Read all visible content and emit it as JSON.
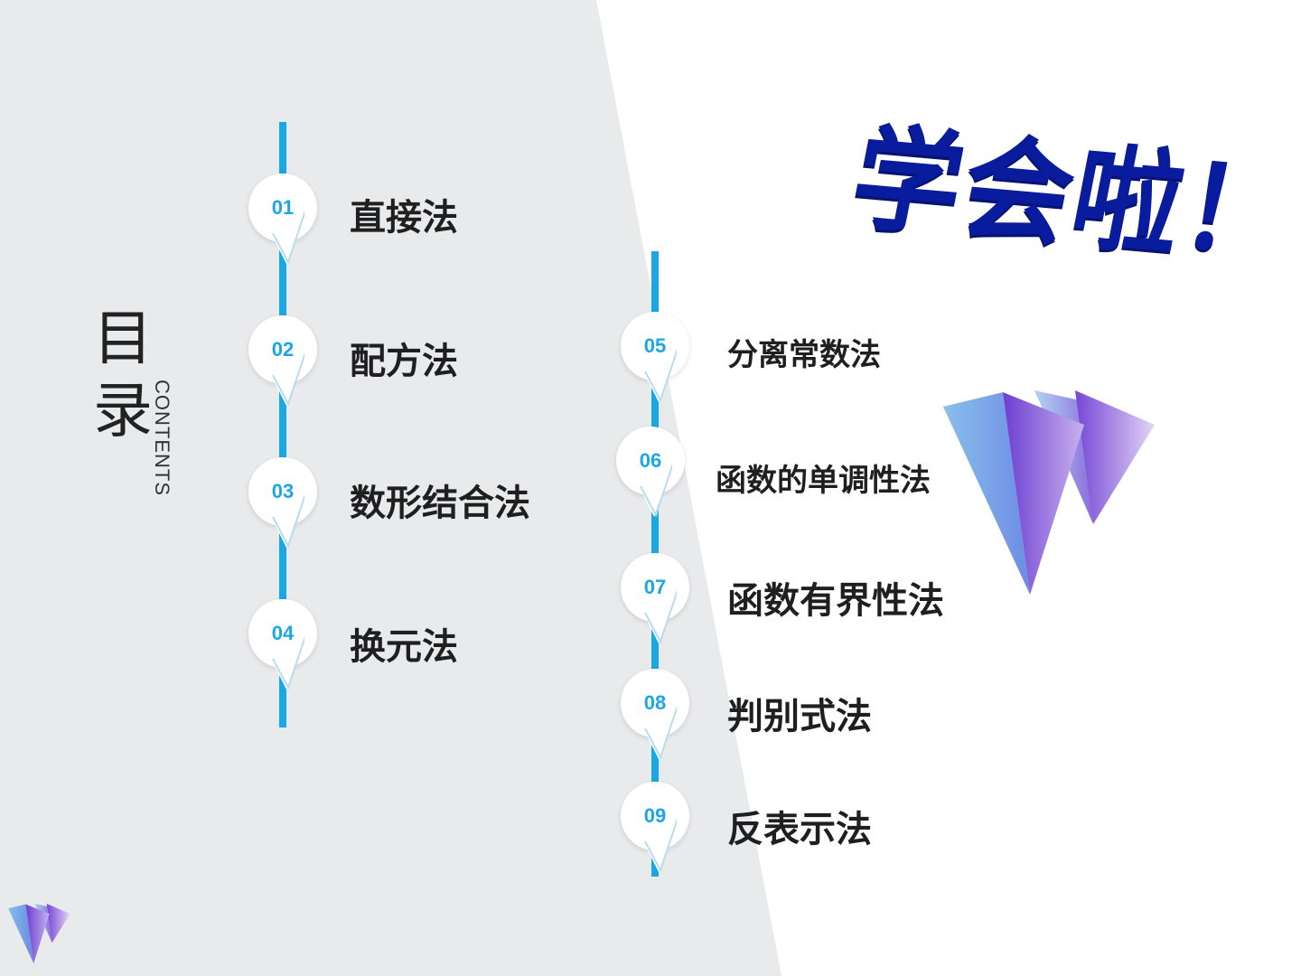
{
  "slide": {
    "title_chars": [
      "目",
      "录"
    ],
    "subtitle": "CONTENTS",
    "headline": "学会啦！",
    "colors": {
      "accent": "#1aa7e6",
      "headline": "#0a1c9e",
      "panel": "#e9eaec",
      "text": "#1f1f1f"
    },
    "left_column": [
      {
        "num": "01",
        "label": "直接法"
      },
      {
        "num": "02",
        "label": "配方法"
      },
      {
        "num": "03",
        "label": "数形结合法"
      },
      {
        "num": "04",
        "label": "换元法"
      }
    ],
    "right_column": [
      {
        "num": "05",
        "label": "分离常数法"
      },
      {
        "num": "06",
        "label": "函数的单调性法"
      },
      {
        "num": "07",
        "label": "函数有界性法"
      },
      {
        "num": "08",
        "label": "判别式法"
      },
      {
        "num": "09",
        "label": "反表示法"
      }
    ],
    "decor_icons": [
      "prism-triangles-icon",
      "prism-logo-icon"
    ]
  }
}
